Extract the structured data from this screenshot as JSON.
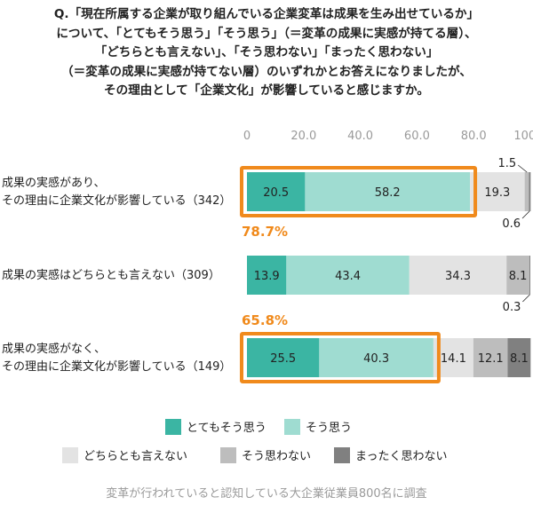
{
  "question": {
    "lines": [
      "Q.「現在所属する企業が取り組んでいる企業変革は成果を生み出せているか」",
      "について、「とてもそう思う」「そう思う」（＝変革の成果に実感が持てる層）、",
      "「どちらとも言えない」、「そう思わない」「まったく思わない」",
      "（＝変革の成果に実感が持てない層）のいずれかとお答えになりましたが、",
      "その理由として「企業文化」が影響していると感じますか。"
    ]
  },
  "chart_data": {
    "type": "bar",
    "orientation": "horizontal",
    "stacked": true,
    "xlim": [
      0,
      100
    ],
    "xticks": [
      "0",
      "20.0",
      "40.0",
      "60.0",
      "80.0",
      "100.0"
    ],
    "categories": [
      [
        "成果の実感があり、",
        "その理由に企業文化が影響している（342）"
      ],
      [
        "成果の実感はどちらとも言えない（309）"
      ],
      [
        "成果の実感がなく、",
        "その理由に企業文化が影響している（149）"
      ]
    ],
    "series": [
      {
        "name": "とてもそう思う",
        "color": "#3bb5a3",
        "values": [
          20.5,
          13.9,
          25.5
        ]
      },
      {
        "name": "そう思う",
        "color": "#9fdcd1",
        "values": [
          58.2,
          43.4,
          40.3
        ]
      },
      {
        "name": "どちらとも言えない",
        "color": "#e3e3e3",
        "values": [
          19.3,
          34.3,
          14.1
        ]
      },
      {
        "name": "そう思わない",
        "color": "#bdbdbd",
        "values": [
          1.5,
          8.1,
          12.1
        ]
      },
      {
        "name": "まったく思わない",
        "color": "#808080",
        "values": [
          0.6,
          0.3,
          8.1
        ]
      }
    ],
    "labels": [
      [
        "20.5",
        "58.2",
        "19.3",
        "1.5",
        "0.6"
      ],
      [
        "13.9",
        "43.4",
        "34.3",
        "8.1",
        "0.3"
      ],
      [
        "25.5",
        "40.3",
        "14.1",
        "12.1",
        "8.1"
      ]
    ],
    "highlights": [
      {
        "row": 0,
        "label": "78.7%"
      },
      {
        "row": 2,
        "label": "65.8%"
      }
    ],
    "highlight_color": "#f08a1c"
  },
  "note": "変革が行われていると認知している大企業従業員800名に調査"
}
